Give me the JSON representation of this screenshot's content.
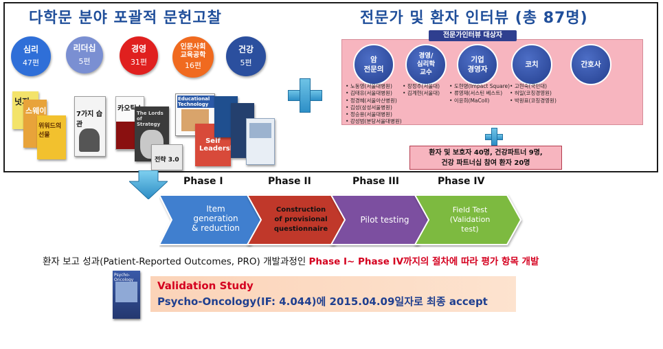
{
  "left": {
    "title": "다학문 분야 포괄적 문헌고찰",
    "circles": [
      {
        "name": "심리",
        "count": "47편",
        "color": "#2f6fd8"
      },
      {
        "name": "리더십",
        "count": "5편",
        "color": "#7a8fd2"
      },
      {
        "name": "경영",
        "count": "31편",
        "color": "#e0201f"
      },
      {
        "name": "인문사회\n교육공학",
        "count": "16편",
        "color": "#f06a1f"
      },
      {
        "name": "건강",
        "count": "5편",
        "color": "#2b4f9e"
      }
    ],
    "books": {
      "b1": "넛지",
      "b2": "스웨이",
      "b3": "위워드의 선물",
      "b4": "7가지 습관",
      "b5": "카오틱스",
      "b6": "The Lords of Strategy",
      "b7": "Educational Technology",
      "b8": "Self Leadership",
      "b9": "전략 3.0"
    }
  },
  "right": {
    "title": "전문가 및 환자 인터뷰 (총 87명)",
    "tag": "전문가인터뷰 대상자",
    "circles": [
      "암\n전문의",
      "경영/\n심리학\n교수",
      "기업\n경영자",
      "코치",
      "간호사"
    ],
    "names": [
      [
        "노동영(서울대병원)",
        "김태유(서울대병원)",
        "정경혜(서울아산병원)",
        "김성(삼성서울병원)",
        "정승용(서울대병원)",
        "강성범(분당서울대병원)"
      ],
      [
        "장정주(서울대)",
        "김계현(서울대)"
      ],
      [
        "도현명(Impact Square)",
        "류영재(서스틴 베스트)",
        "이윤희(MaColl)"
      ],
      [
        "고현숙(국민대)",
        "허일(코칭경영원)",
        "박원표(코칭경영원)"
      ]
    ],
    "patients": "환자 및 보호자 40명, 건강파트너 9명,\n건강 파트너십 참여 환자 20명"
  },
  "phases": [
    {
      "label": "Phase I",
      "text": "Item\ngeneration\n& reduction",
      "color": "#3f7fcf"
    },
    {
      "label": "Phase II",
      "text": "Construction\nof provisional\nquestionnaire",
      "color": "#c0392b"
    },
    {
      "label": "Phase III",
      "text": "Pilot testing",
      "color": "#7b4fa0"
    },
    {
      "label": "Phase IV",
      "text": "Field Test\n(Validation\ntest)",
      "color": "#7dba3f"
    }
  ],
  "pro": {
    "prefix": "환자 보고 성과(Patient-Reported Outcomes, PRO) 개발과정인 ",
    "highlight": "Phase I~ Phase IV까지의 절차에 따라 평가 항목 개발"
  },
  "validation": {
    "journal": "Psycho-Oncology",
    "title": "Validation Study",
    "subtitle": "Psycho-Oncology(IF: 4.044)에 2015.04.09일자로 최종 accept"
  }
}
